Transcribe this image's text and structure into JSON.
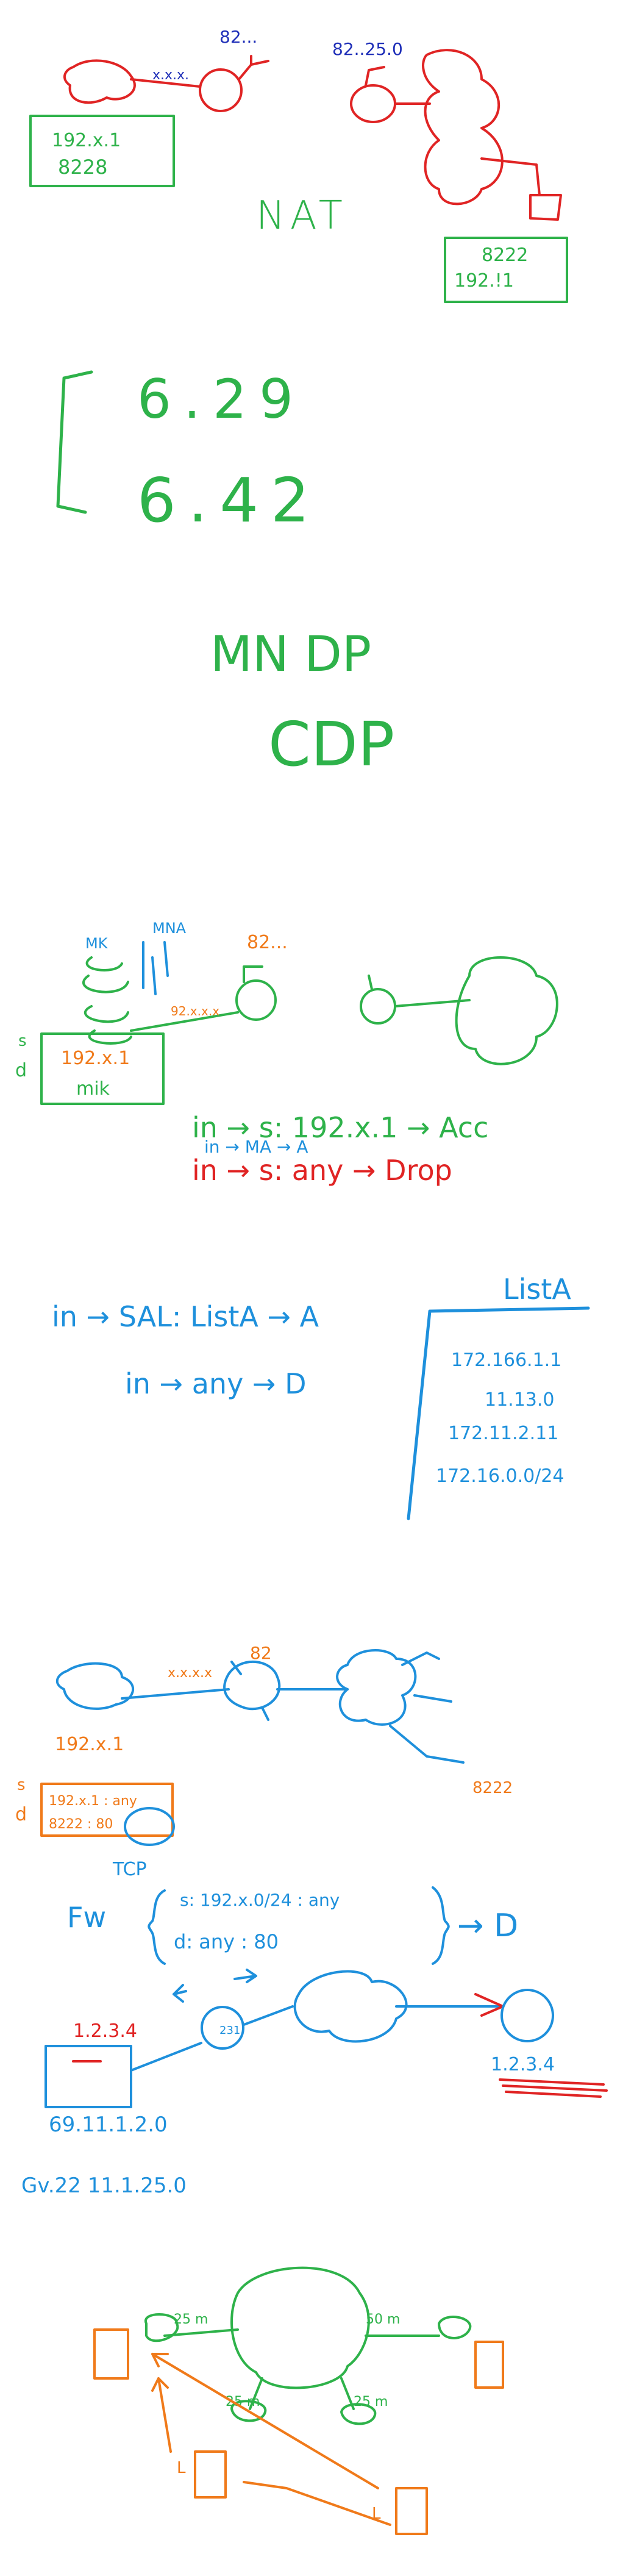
{
  "colors": {
    "green": "#2eb24a",
    "blue": "#1e90dc",
    "red": "#e02424",
    "orange": "#f07a1a",
    "navy": "#1f2fb8"
  },
  "panel1": {
    "router_left_label": "82...",
    "router_right_label": "82..25.0",
    "link_label": "x.x.x.",
    "host_left_ip": "192.x.1",
    "host_left_port": "8228",
    "host_right_port": "8222",
    "host_right_ip": "192.!1",
    "caption": "NAT"
  },
  "panel2": {
    "line1": "6.29",
    "line2": "6.42"
  },
  "panel3": {
    "line1": "MN DP",
    "line2": "CDP"
  },
  "panel4": {
    "mk_label": "MK",
    "mna_label": "MNA",
    "router_label": "82...",
    "link_label": "92.x.x.x",
    "host_ip": "192.x.1",
    "host_name": "mik",
    "s_label": "s",
    "d_label": "d"
  },
  "panel5": {
    "rule1_in": "in → s: 192.x.1 → Acc",
    "rule1_sub": "in → MA → A",
    "rule2": "in → s: any → Drop"
  },
  "panel6": {
    "rule1": "in → SAL: ListA → A",
    "rule2": "in → any → D",
    "list_title": "ListA",
    "list_items": [
      "172.166.1.1",
      "11.13.0",
      "172.11.2.11",
      "172.16.0.0/24"
    ]
  },
  "panel7": {
    "router_label": "82",
    "link_label": "x.x.x.x",
    "host_ip": "192.x.1",
    "dest_label": "8222",
    "s_label": "s",
    "d_label": "d",
    "row1": "192.x.1 : any",
    "row2": "8222 : 80",
    "proto": "TCP"
  },
  "panel8": {
    "prefix": "Fw",
    "cond1": "s: 192.x.0/24 : any",
    "cond2": "d: any : 80",
    "action": "→ D"
  },
  "panel9": {
    "server_ip": "1.2.3.4",
    "router_label": "231",
    "dest_ip": "1.2.3.4",
    "line1": "69.11.1.2.0",
    "line2": "Gv.22 11.1.25.0"
  },
  "panel10": {
    "bw1": "25 m",
    "bw2": "50 m",
    "bw3": "25 m",
    "bw4": "25 m",
    "l1": "L",
    "l2": "L"
  }
}
